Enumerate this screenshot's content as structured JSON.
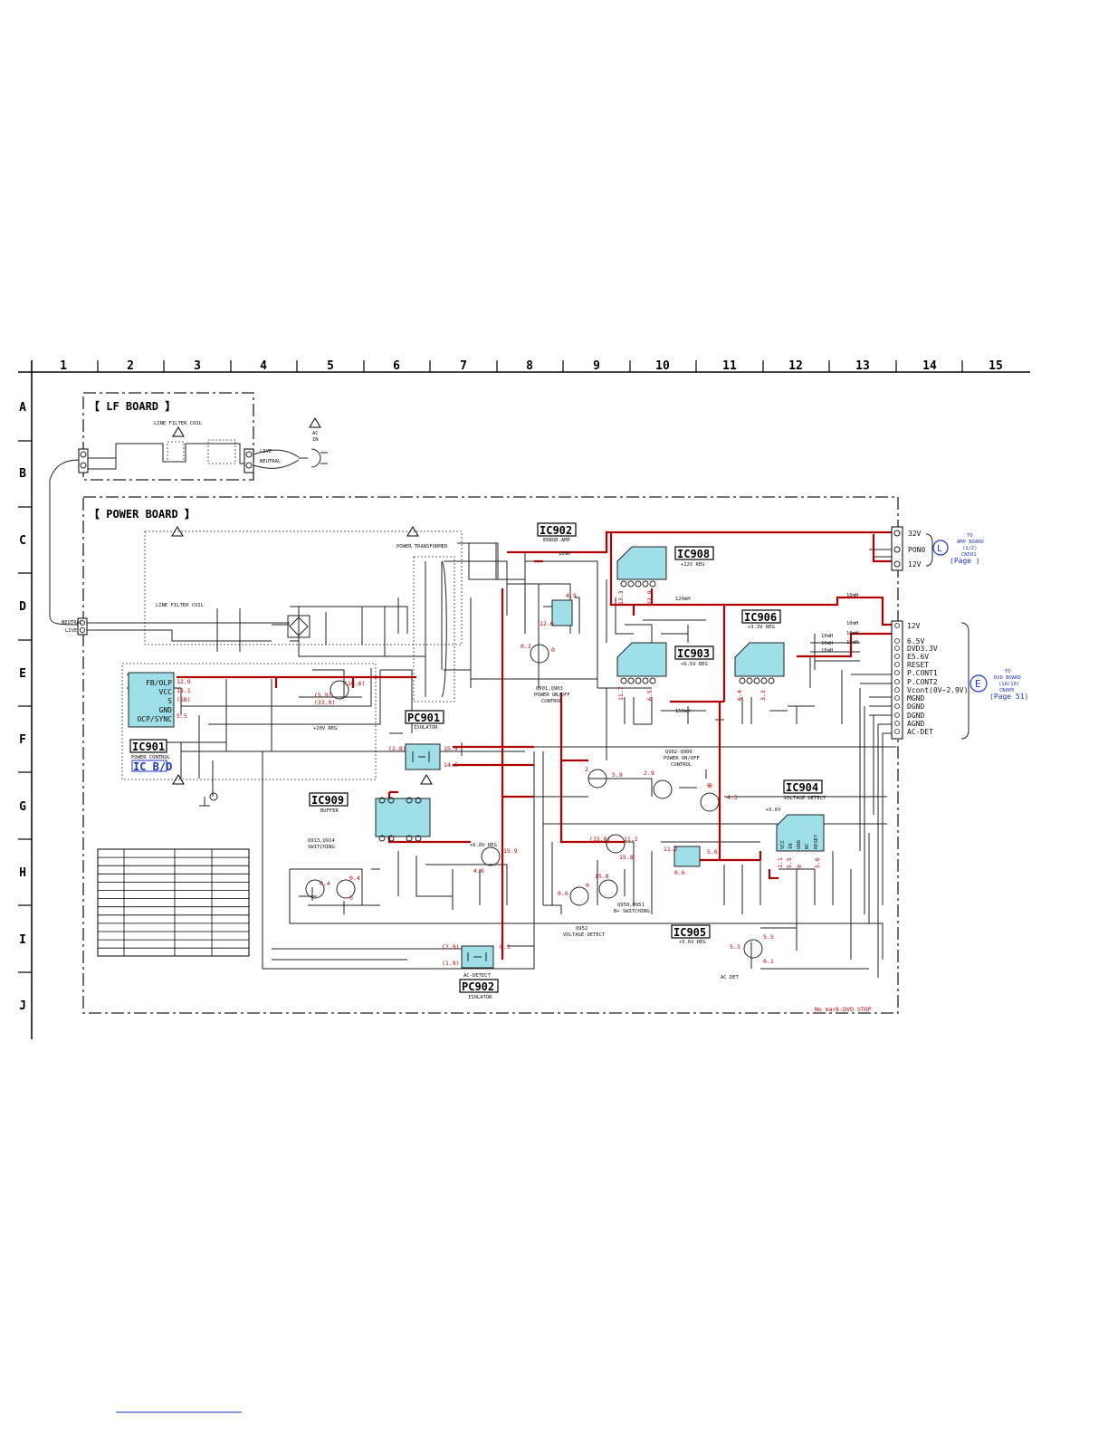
{
  "grid": {
    "columns": [
      "1",
      "2",
      "3",
      "4",
      "5",
      "6",
      "7",
      "8",
      "9",
      "10",
      "11",
      "12",
      "13",
      "14",
      "15"
    ],
    "rows": [
      "A",
      "B",
      "C",
      "D",
      "E",
      "F",
      "G",
      "H",
      "I",
      "J"
    ]
  },
  "boards": {
    "lf_board": "【 LF BOARD 】",
    "power_board": "【 POWER BOARD 】"
  },
  "labels": {
    "line_filter_coil": "LINE FILTER COIL",
    "ac_in_1": "AC",
    "ac_in_2": "IN",
    "neutral": "NEUTRAL",
    "live": "LIVE",
    "power_transformer": "POWER TRANSFORMER",
    "plus20v_reg": "+20V REG",
    "note": "No mark:DVD STOP",
    "ac_det": "AC DET"
  },
  "ics": [
    {
      "id": "IC901",
      "desc": "POWER CONTROL",
      "tag": "IC B/D"
    },
    {
      "id": "IC902",
      "desc": "ERROR AMP"
    },
    {
      "id": "IC908",
      "desc": "+12V REG"
    },
    {
      "id": "IC903",
      "desc": "+6.5V REG"
    },
    {
      "id": "IC906",
      "desc": "+3.3V REG"
    },
    {
      "id": "IC904",
      "desc": "VOLTAGE DETECT"
    },
    {
      "id": "IC905",
      "desc": "+5.6V REG"
    },
    {
      "id": "IC909",
      "desc": "BUFFER"
    },
    {
      "id": "PC901",
      "desc": "ISOLATOR"
    },
    {
      "id": "PC902",
      "desc": "ISOLATOR",
      "inner": "AC-DETECT"
    }
  ],
  "ic901_pins": [
    "FB/OLP",
    "VCC",
    "S",
    "GND",
    "OCP/SYNC"
  ],
  "ic904_pins": [
    "VCC",
    "IN",
    "GND",
    "NC",
    "RESET"
  ],
  "transistors": {
    "q901": [
      "Q901,Q903",
      "POWER ON/OFF",
      "CONTROL"
    ],
    "q902": [
      "Q902-Q906",
      "POWER ON/OFF",
      "CONTROL"
    ],
    "q913": [
      "Q913,Q914",
      "SWITCHING"
    ],
    "q950": [
      "Q950,Q951",
      "B+ SWITCHING"
    ],
    "q952": [
      "Q952",
      "VOLTAGE DETECT"
    ],
    "plus5v": "+5.6V",
    "plus6_8v": "+6.8V REG"
  },
  "connector_amp": {
    "pins": [
      "32V",
      "PON0",
      "12V"
    ],
    "to": [
      "TO",
      "AMP BOARD",
      "(1/2)",
      "CN501"
    ],
    "page": "(Page    )",
    "letter": "L"
  },
  "connector_dvd": {
    "pins": [
      "12V",
      "6.5V",
      "DVD3.3V",
      "E5.6V",
      "RESET",
      "P.CONT1",
      "P.CONT2",
      "Vcont(0V~2.9V)",
      "MGND",
      "DGND",
      "DGND",
      "AGND",
      "AC-DET"
    ],
    "to": [
      "TO",
      "DVD BOARD",
      "(10/10)",
      "CN005"
    ],
    "page": "(Page 51)",
    "letter": "E"
  },
  "inductors": [
    "10mH",
    "10mH",
    "120mH",
    "10mH",
    "10mH",
    "150mH",
    "10mH",
    "10mH",
    "10mH",
    "10mH"
  ],
  "voltages": [
    "12.9",
    "18.1",
    "(5B)",
    "5.5",
    "(5.9)",
    "(33.9)",
    "(10.6)",
    "(2.8)",
    "15.9",
    "14.6",
    "4.9",
    "12.6",
    "0.2",
    "0",
    "0",
    "2",
    "5.9",
    "2.9",
    "0",
    "4.3",
    "(15.8)",
    "11.2",
    "15.8",
    "0",
    "15.8",
    "0.6",
    "11.2",
    "5.6",
    "0.6",
    "4.6",
    "15.9",
    "0.4",
    "0.4",
    "0",
    "(2.9)",
    "(1.9)",
    "0.1",
    "5.5",
    "5.3",
    "0.1",
    "13.3",
    "11.7",
    "12.9",
    "6.5",
    "3.3",
    "6.4",
    "5.6",
    "1.1",
    "5.5",
    "0"
  ]
}
